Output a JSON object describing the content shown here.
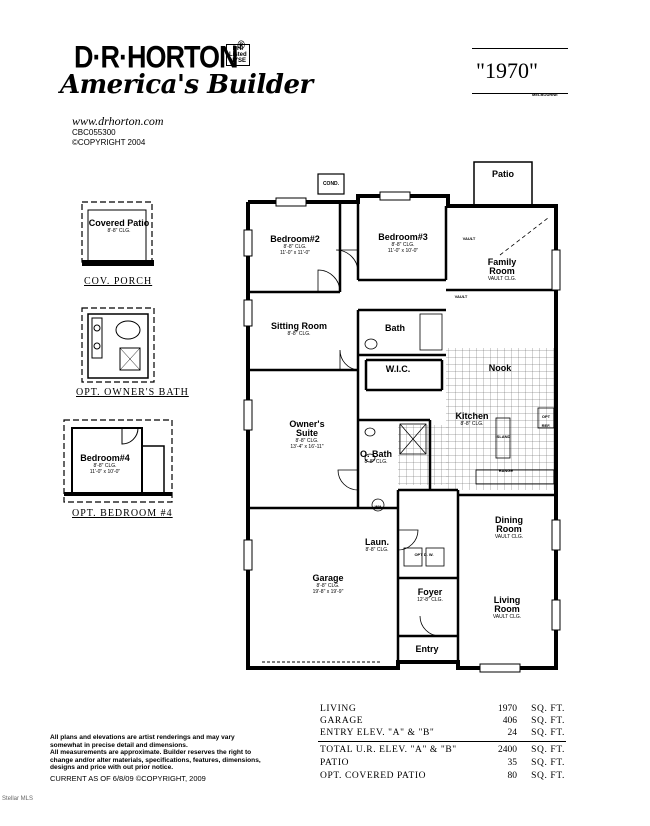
{
  "header": {
    "brand": "D·R·HORTON",
    "brand_mark": "®",
    "exchange_badge": [
      "DHI",
      "Listed",
      "NYSE"
    ],
    "tagline": "America's Builder",
    "website": "www.drhorton.com",
    "license": "CBC055300",
    "copyright": "©COPYRIGHT 2004"
  },
  "model": {
    "name": "\"1970\"",
    "location": "MELBOURNE"
  },
  "options": {
    "covered_porch": {
      "label": "COV. PORCH",
      "room": "Covered Patio",
      "ceiling": "8'-8\" CLG."
    },
    "owners_bath": {
      "label": "OPT. OWNER'S BATH"
    },
    "bedroom4": {
      "label": "OPT. BEDROOM #4",
      "room": "Bedroom#4",
      "ceiling": "8'-8\" CLG.",
      "size": "11'-0\" x 10'-0\""
    }
  },
  "plan": {
    "rooms": {
      "patio": "Patio",
      "cond": "COND.",
      "bedroom2": {
        "name": "Bedroom#2",
        "ceiling": "8'-8\" CLG.",
        "size": "11'-0\" x 11'-0\""
      },
      "bedroom3": {
        "name": "Bedroom#3",
        "ceiling": "8'-8\" CLG.",
        "size": "11'-0\" x 10'-0\""
      },
      "family": {
        "name": "Family Room",
        "ceiling": "VAULT CLG."
      },
      "sitting": {
        "name": "Sitting Room",
        "ceiling": "8'-8\" CLG."
      },
      "bath": "Bath",
      "wic": "W.I.C.",
      "nook": "Nook",
      "owners": {
        "name": "Owner's Suite",
        "ceiling": "8'-8\" CLG.",
        "size": "13'-4\" x 16'-11\""
      },
      "obath": {
        "name": "O. Bath",
        "ceiling": "8'-8\" CLG."
      },
      "kitchen": {
        "name": "Kitchen",
        "ceiling": "8'-8\" CLG."
      },
      "island": "ISLAND",
      "range": "RANGE",
      "opt_ref": "OPT REF.",
      "wh": "WH",
      "dining": {
        "name": "Dining Room",
        "ceiling": "VAULT CLG."
      },
      "laundry": {
        "name": "Laun.",
        "ceiling": "8'-8\" CLG."
      },
      "opt_dw": "OPT D. W.",
      "garage": {
        "name": "Garage",
        "ceiling": "8'-8\" CLG.",
        "size": "19'-8\" x 19'-9\""
      },
      "foyer": {
        "name": "Foyer",
        "ceiling": "12'-8\" CLG."
      },
      "living": {
        "name": "Living Room",
        "ceiling": "VAULT CLG."
      },
      "entry": "Entry",
      "vault": "VAULT"
    }
  },
  "areas": [
    {
      "label": "LIVING",
      "value": "1970",
      "unit": "SQ. FT."
    },
    {
      "label": "GARAGE",
      "value": "406",
      "unit": "SQ. FT."
    },
    {
      "label": "ENTRY ELEV. \"A\" & \"B\"",
      "value": "24",
      "unit": "SQ. FT."
    },
    {
      "label": "TOTAL U.R. ELEV. \"A\" & \"B\"",
      "value": "2400",
      "unit": "SQ. FT."
    },
    {
      "label": "PATIO",
      "value": "35",
      "unit": "SQ. FT."
    },
    {
      "label": "OPT. COVERED PATIO",
      "value": "80",
      "unit": "SQ. FT."
    }
  ],
  "disclaimer": {
    "lines": [
      "All plans and elevations are artist renderings and may vary",
      "somewhat in precise detail and dimensions.",
      "All measurements are approximate. Builder reserves the right to",
      "change and/or alter materials, specifications, features, dimensions,",
      "designs and price with out prior notice."
    ],
    "current_as_of": "CURRENT AS OF 6/8/09 ©COPYRIGHT, 2009"
  },
  "watermark": "Stellar MLS"
}
